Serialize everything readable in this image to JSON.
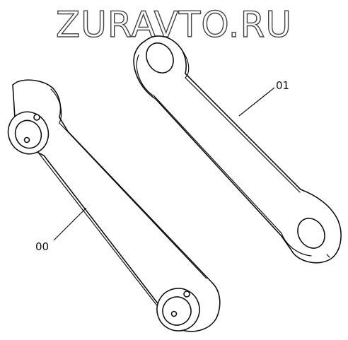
{
  "watermark": {
    "text": "ZURAVTO.RU"
  },
  "callouts": [
    {
      "id": "part-00",
      "label": "00"
    },
    {
      "id": "part-01",
      "label": "01"
    }
  ]
}
